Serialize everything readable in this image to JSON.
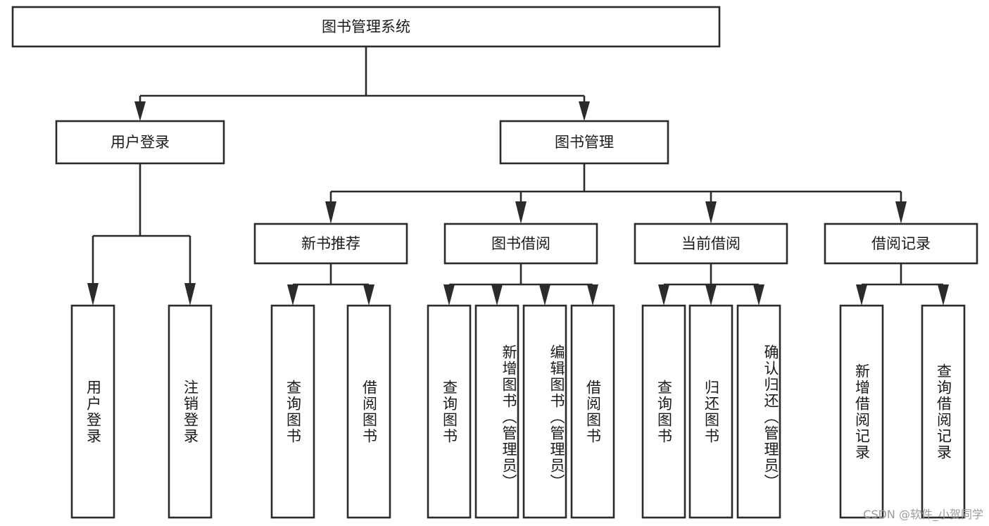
{
  "diagram": {
    "type": "tree",
    "title": "图书管理系统",
    "watermark": "CSDN @软件_小贺同学",
    "colors": {
      "background": "#ffffff",
      "box_fill": "#ffffff",
      "box_stroke": "#2b2b2b",
      "text": "#1a1a1a",
      "watermark_text": "#9b9b9b"
    },
    "root": {
      "label": "图书管理系统"
    },
    "level2": [
      {
        "label": "用户登录"
      },
      {
        "label": "图书管理"
      }
    ],
    "level3": [
      {
        "label": "新书推荐"
      },
      {
        "label": "图书借阅"
      },
      {
        "label": "当前借阅"
      },
      {
        "label": "借阅记录"
      }
    ],
    "leaves": {
      "user_login": [
        {
          "label": "用户登录"
        },
        {
          "label": "注销登录"
        }
      ],
      "new_book_recommend": [
        {
          "label": "查询图书"
        },
        {
          "label": "借阅图书"
        }
      ],
      "book_borrow": [
        {
          "label": "查询图书"
        },
        {
          "label": "新增图书（管理员）"
        },
        {
          "label": "编辑图书（管理员）"
        },
        {
          "label": "借阅图书"
        }
      ],
      "current_borrow": [
        {
          "label": "查询图书"
        },
        {
          "label": "归还图书"
        },
        {
          "label": "确认归还（管理员）"
        }
      ],
      "borrow_record": [
        {
          "label": "新增借阅记录"
        },
        {
          "label": "查询借阅记录"
        }
      ]
    }
  }
}
